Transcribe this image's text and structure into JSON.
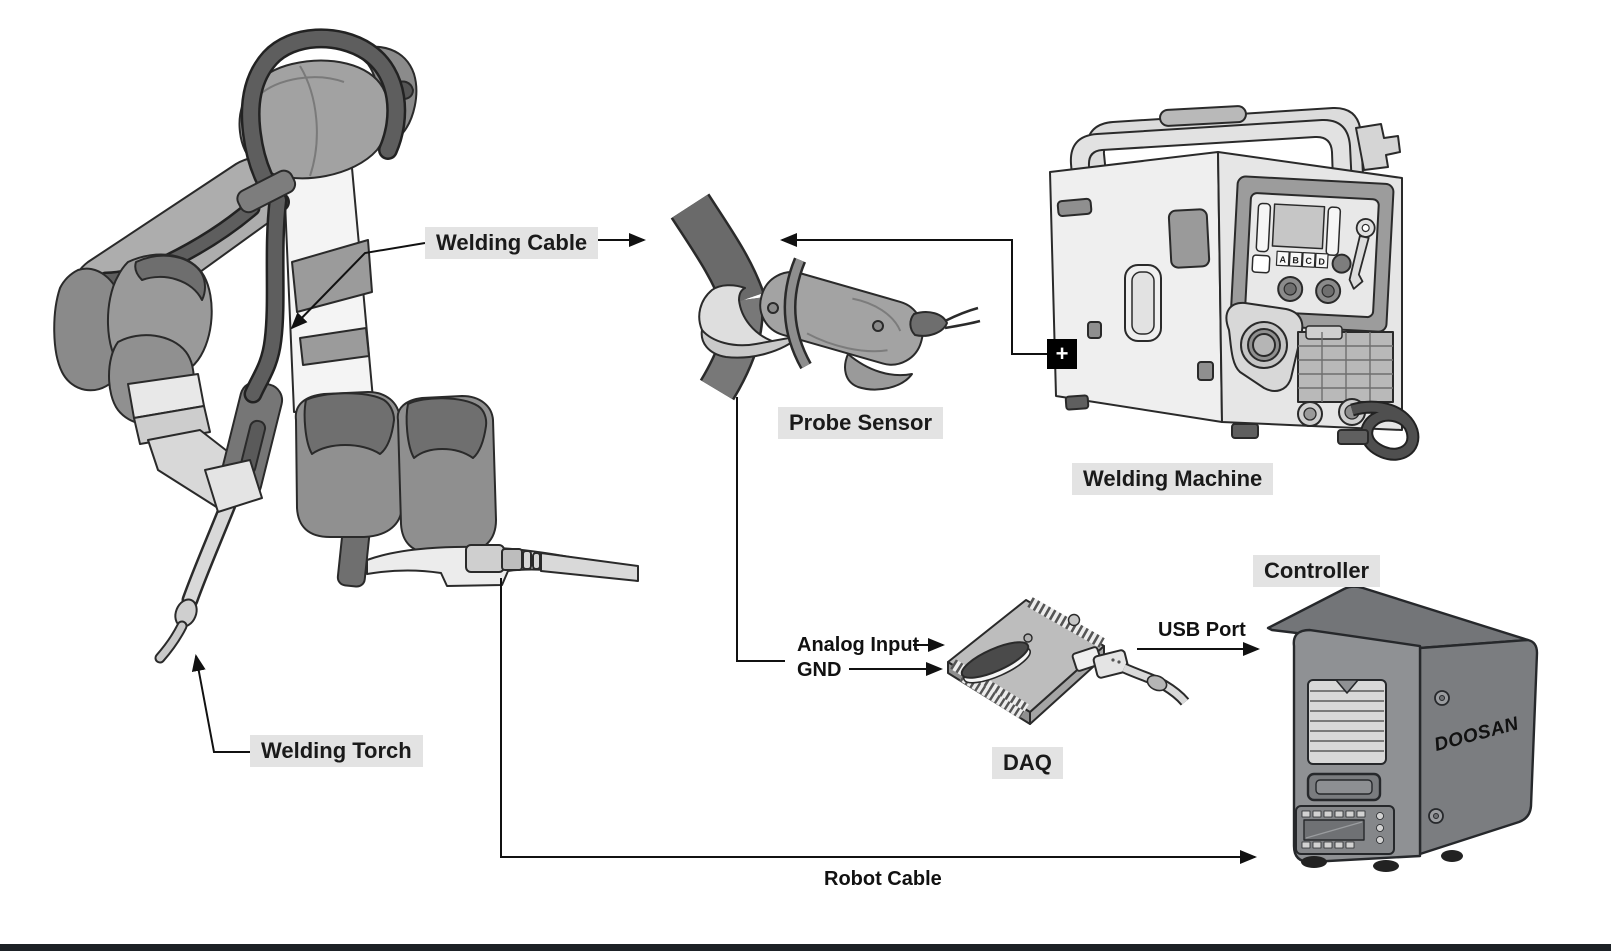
{
  "labels": {
    "welding_cable": "Welding Cable",
    "probe_sensor": "Probe Sensor",
    "welding_machine": "Welding Machine",
    "controller": "Controller",
    "welding_torch": "Welding Torch",
    "daq": "DAQ",
    "analog_input": "Analog Input",
    "gnd": "GND",
    "usb_port": "USB Port",
    "robot_cable": "Robot Cable",
    "plus_terminal": "+"
  },
  "welding_machine_panel": {
    "buttons": [
      "A",
      "B",
      "C",
      "D"
    ]
  },
  "controller": {
    "brand": "DOOSAN"
  },
  "colors": {
    "label_bg": "#e3e3e3",
    "label_text": "#1a1a1a",
    "line": "#111111",
    "cable_dark": "#5e5e5e",
    "footer": "#1d2126"
  }
}
